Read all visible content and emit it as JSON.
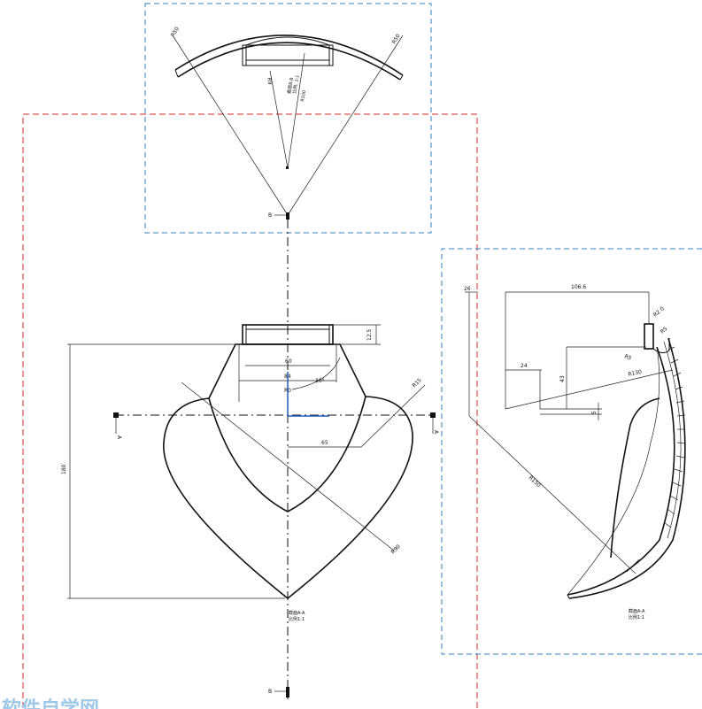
{
  "colors": {
    "line": "#111111",
    "frame_blue": "#2f7fbf",
    "frame_red": "#d12a2a",
    "axis_blue": "#1f5fb0"
  },
  "top_view": {
    "radius_left": "R50",
    "radius_right": "R50",
    "radius_inner": "R9",
    "note_lines": [
      "截面B-B",
      "比例: 1:1",
      "R100"
    ],
    "section_mark": "B"
  },
  "front_view": {
    "dim_top_width": "60",
    "dim_inner_width": "84",
    "dim_angle": "30°",
    "dim_small_radius": "R0",
    "dim_height_right": "12.5",
    "dim_radius_right": "R15",
    "dim_offset": "65",
    "dim_total_height": "180",
    "dim_radius_big": "R90",
    "arrow_left": "A",
    "arrow_right": "A",
    "caption_lines": [
      "截面A-A",
      "比例1:1"
    ],
    "section_mark_bottom": "B"
  },
  "side_view": {
    "dim_left_offset": "26",
    "dim_length": "106.6",
    "dim_r_top": "R2.0",
    "dim_r_small": "R5",
    "dim_r_tip": "R5",
    "dim_r130": "R130",
    "dim_24": "24",
    "dim_43": "43",
    "dim_5": "5",
    "dim_r150": "R150",
    "caption_lines": [
      "截面A-A",
      "比例1:1"
    ]
  },
  "watermark": "软件自学网"
}
